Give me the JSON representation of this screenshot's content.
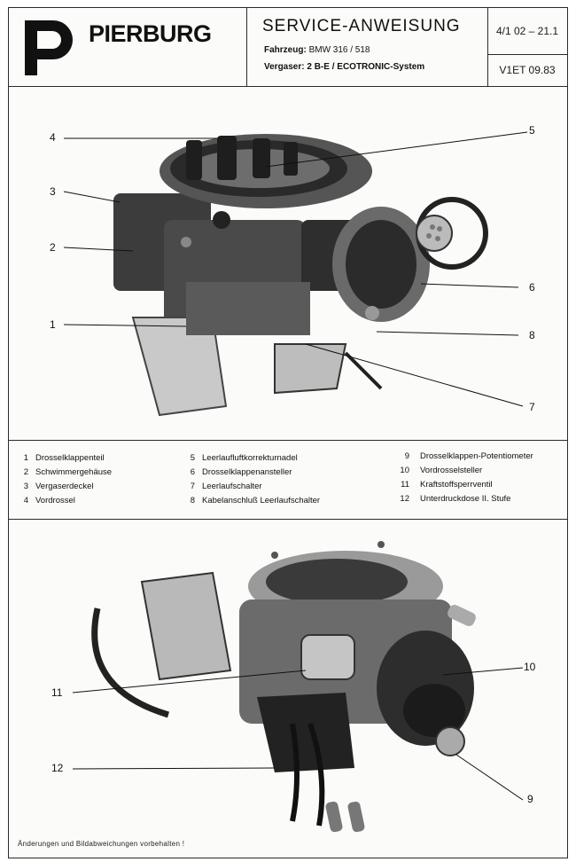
{
  "header": {
    "brand": "PIERBURG",
    "title": "SERVICE-ANWEISUNG",
    "vehicle_label": "Fahrzeug:",
    "vehicle_value": "BMW 316 / 518",
    "carburetor_label": "Vergaser:",
    "carburetor_value": "2 B-E / ECOTRONIC-System",
    "doc_code": "4/1 02 – 21.1",
    "doc_ref": "V1ET 09.83"
  },
  "legend": {
    "col1": [
      {
        "num": "1",
        "text": "Drosselklappenteil"
      },
      {
        "num": "2",
        "text": "Schwimmergehäuse"
      },
      {
        "num": "3",
        "text": "Vergaserdeckel"
      },
      {
        "num": "4",
        "text": "Vordrossel"
      }
    ],
    "col2": [
      {
        "num": "5",
        "text": "Leerlaufluftkorrekturnadel"
      },
      {
        "num": "6",
        "text": "Drosselklappenansteller"
      },
      {
        "num": "7",
        "text": "Leerlaufschalter"
      },
      {
        "num": "8",
        "text": "Kabelanschluß Leerlaufschalter"
      }
    ],
    "col3": [
      {
        "num": "9",
        "text": "Drosselklappen-Potentiometer"
      },
      {
        "num": "10",
        "text": "Vordrosselsteller"
      },
      {
        "num": "11",
        "text": "Kraftstoffsperrventil"
      },
      {
        "num": "12",
        "text": "Unterdruckdose II. Stufe"
      }
    ]
  },
  "callouts_top": [
    "4",
    "5",
    "3",
    "2",
    "6",
    "1",
    "8",
    "7"
  ],
  "callouts_bottom": [
    "10",
    "11",
    "12",
    "9"
  ],
  "footnote": "Änderungen und Bildabweichungen vorbehalten !"
}
